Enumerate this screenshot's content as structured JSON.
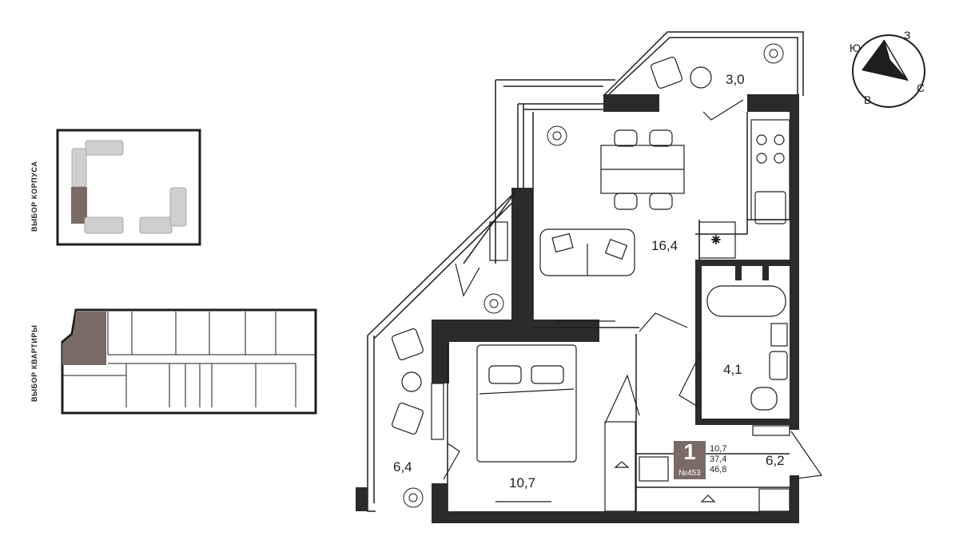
{
  "selectors": {
    "building_label": "ВЫБОР КОРПУСА",
    "apartment_label": "ВЫБОР КВАРТИРЫ"
  },
  "compass": {
    "north": "С",
    "south": "Ю",
    "east": "В",
    "west": "З"
  },
  "rooms": {
    "balcony_top": "3,0",
    "living": "16,4",
    "bathroom": "4,1",
    "balcony_left": "6,4",
    "bedroom": "10,7",
    "hall": "6,2"
  },
  "apartment": {
    "rooms_count": "1",
    "number": "№453",
    "living_area": "10,7",
    "area_without_balconies": "37,4",
    "total_area": "46,8"
  },
  "colors": {
    "wall": "#2b2b2b",
    "accent": "#7a6a66",
    "building_light": "#cfcfcf",
    "building_selected": "#7a6a66"
  }
}
